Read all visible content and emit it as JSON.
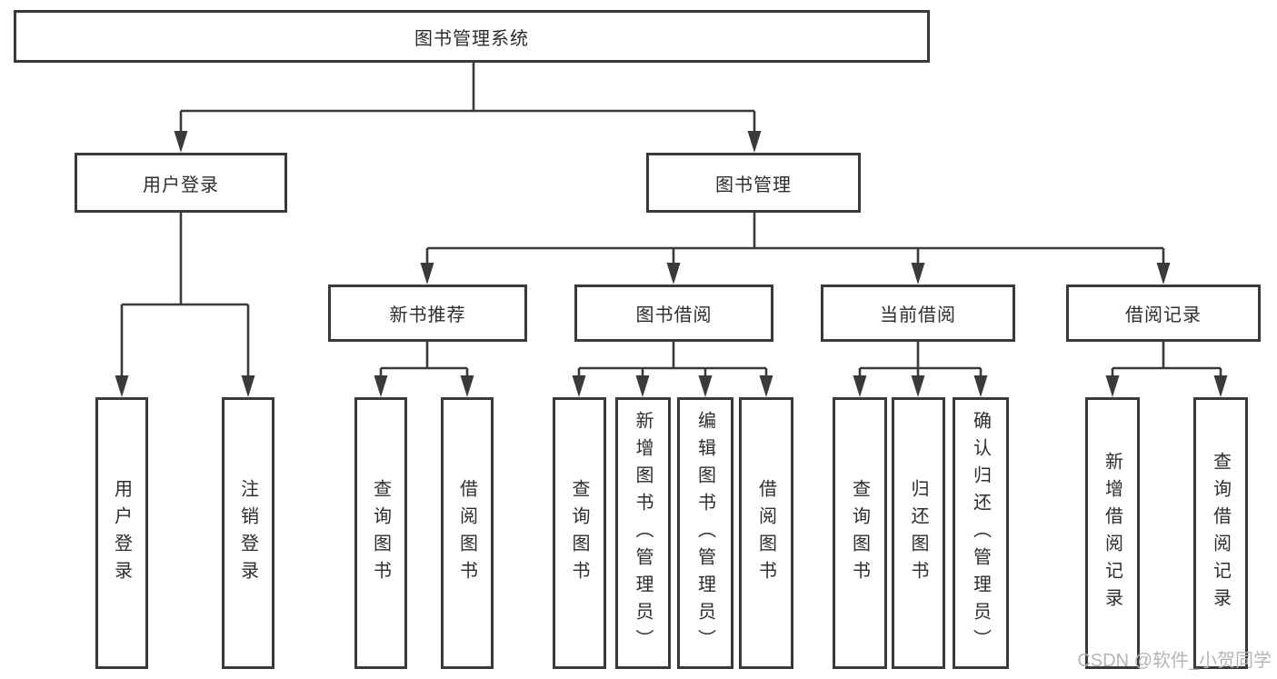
{
  "nodes": {
    "root": {
      "label": "图书管理系统"
    },
    "user_login": {
      "label": "用户登录"
    },
    "book_mgmt": {
      "label": "图书管理"
    },
    "new_book_rec": {
      "label": "新书推荐"
    },
    "book_borrow": {
      "label": "图书借阅"
    },
    "current_borrow": {
      "label": "当前借阅"
    },
    "borrow_record": {
      "label": "借阅记录"
    },
    "login_leaf": {
      "label": "用户登录"
    },
    "logout_leaf": {
      "label": "注销登录"
    },
    "rec_query_book": {
      "label": "查询图书"
    },
    "rec_borrow_book": {
      "label": "借阅图书"
    },
    "bb_query_book": {
      "label": "查询图书"
    },
    "bb_add_book": {
      "label": "新增图书（管理员）"
    },
    "bb_edit_book": {
      "label": "编辑图书（管理员）"
    },
    "bb_borrow_book": {
      "label": "借阅图书"
    },
    "cb_query_book": {
      "label": "查询图书"
    },
    "cb_return_book": {
      "label": "归还图书"
    },
    "cb_confirm_return": {
      "label": "确认归还（管理员）"
    },
    "br_add_record": {
      "label": "新增借阅记录"
    },
    "br_query_record": {
      "label": "查询借阅记录"
    }
  },
  "edges": [
    {
      "from": "图书管理系统",
      "to": "用户登录"
    },
    {
      "from": "图书管理系统",
      "to": "图书管理"
    },
    {
      "from": "用户登录",
      "to": "用户登录"
    },
    {
      "from": "用户登录",
      "to": "注销登录"
    },
    {
      "from": "图书管理",
      "to": "新书推荐"
    },
    {
      "from": "图书管理",
      "to": "图书借阅"
    },
    {
      "from": "图书管理",
      "to": "当前借阅"
    },
    {
      "from": "图书管理",
      "to": "借阅记录"
    },
    {
      "from": "新书推荐",
      "to": "查询图书"
    },
    {
      "from": "新书推荐",
      "to": "借阅图书"
    },
    {
      "from": "图书借阅",
      "to": "查询图书"
    },
    {
      "from": "图书借阅",
      "to": "新增图书（管理员）"
    },
    {
      "from": "图书借阅",
      "to": "编辑图书（管理员）"
    },
    {
      "from": "图书借阅",
      "to": "借阅图书"
    },
    {
      "from": "当前借阅",
      "to": "查询图书"
    },
    {
      "from": "当前借阅",
      "to": "归还图书"
    },
    {
      "from": "当前借阅",
      "to": "确认归还（管理员）"
    },
    {
      "from": "借阅记录",
      "to": "新增借阅记录"
    },
    {
      "from": "借阅记录",
      "to": "查询借阅记录"
    }
  ],
  "watermark": {
    "text": "CSDN @软件_小贺同学"
  },
  "colors": {
    "line": "#3a3a3a",
    "node_border": "#3a3a3a",
    "node_fill": "#ffffff",
    "text": "#2d2d2d",
    "watermark": "#b5b5b5",
    "background": "#ffffff"
  }
}
